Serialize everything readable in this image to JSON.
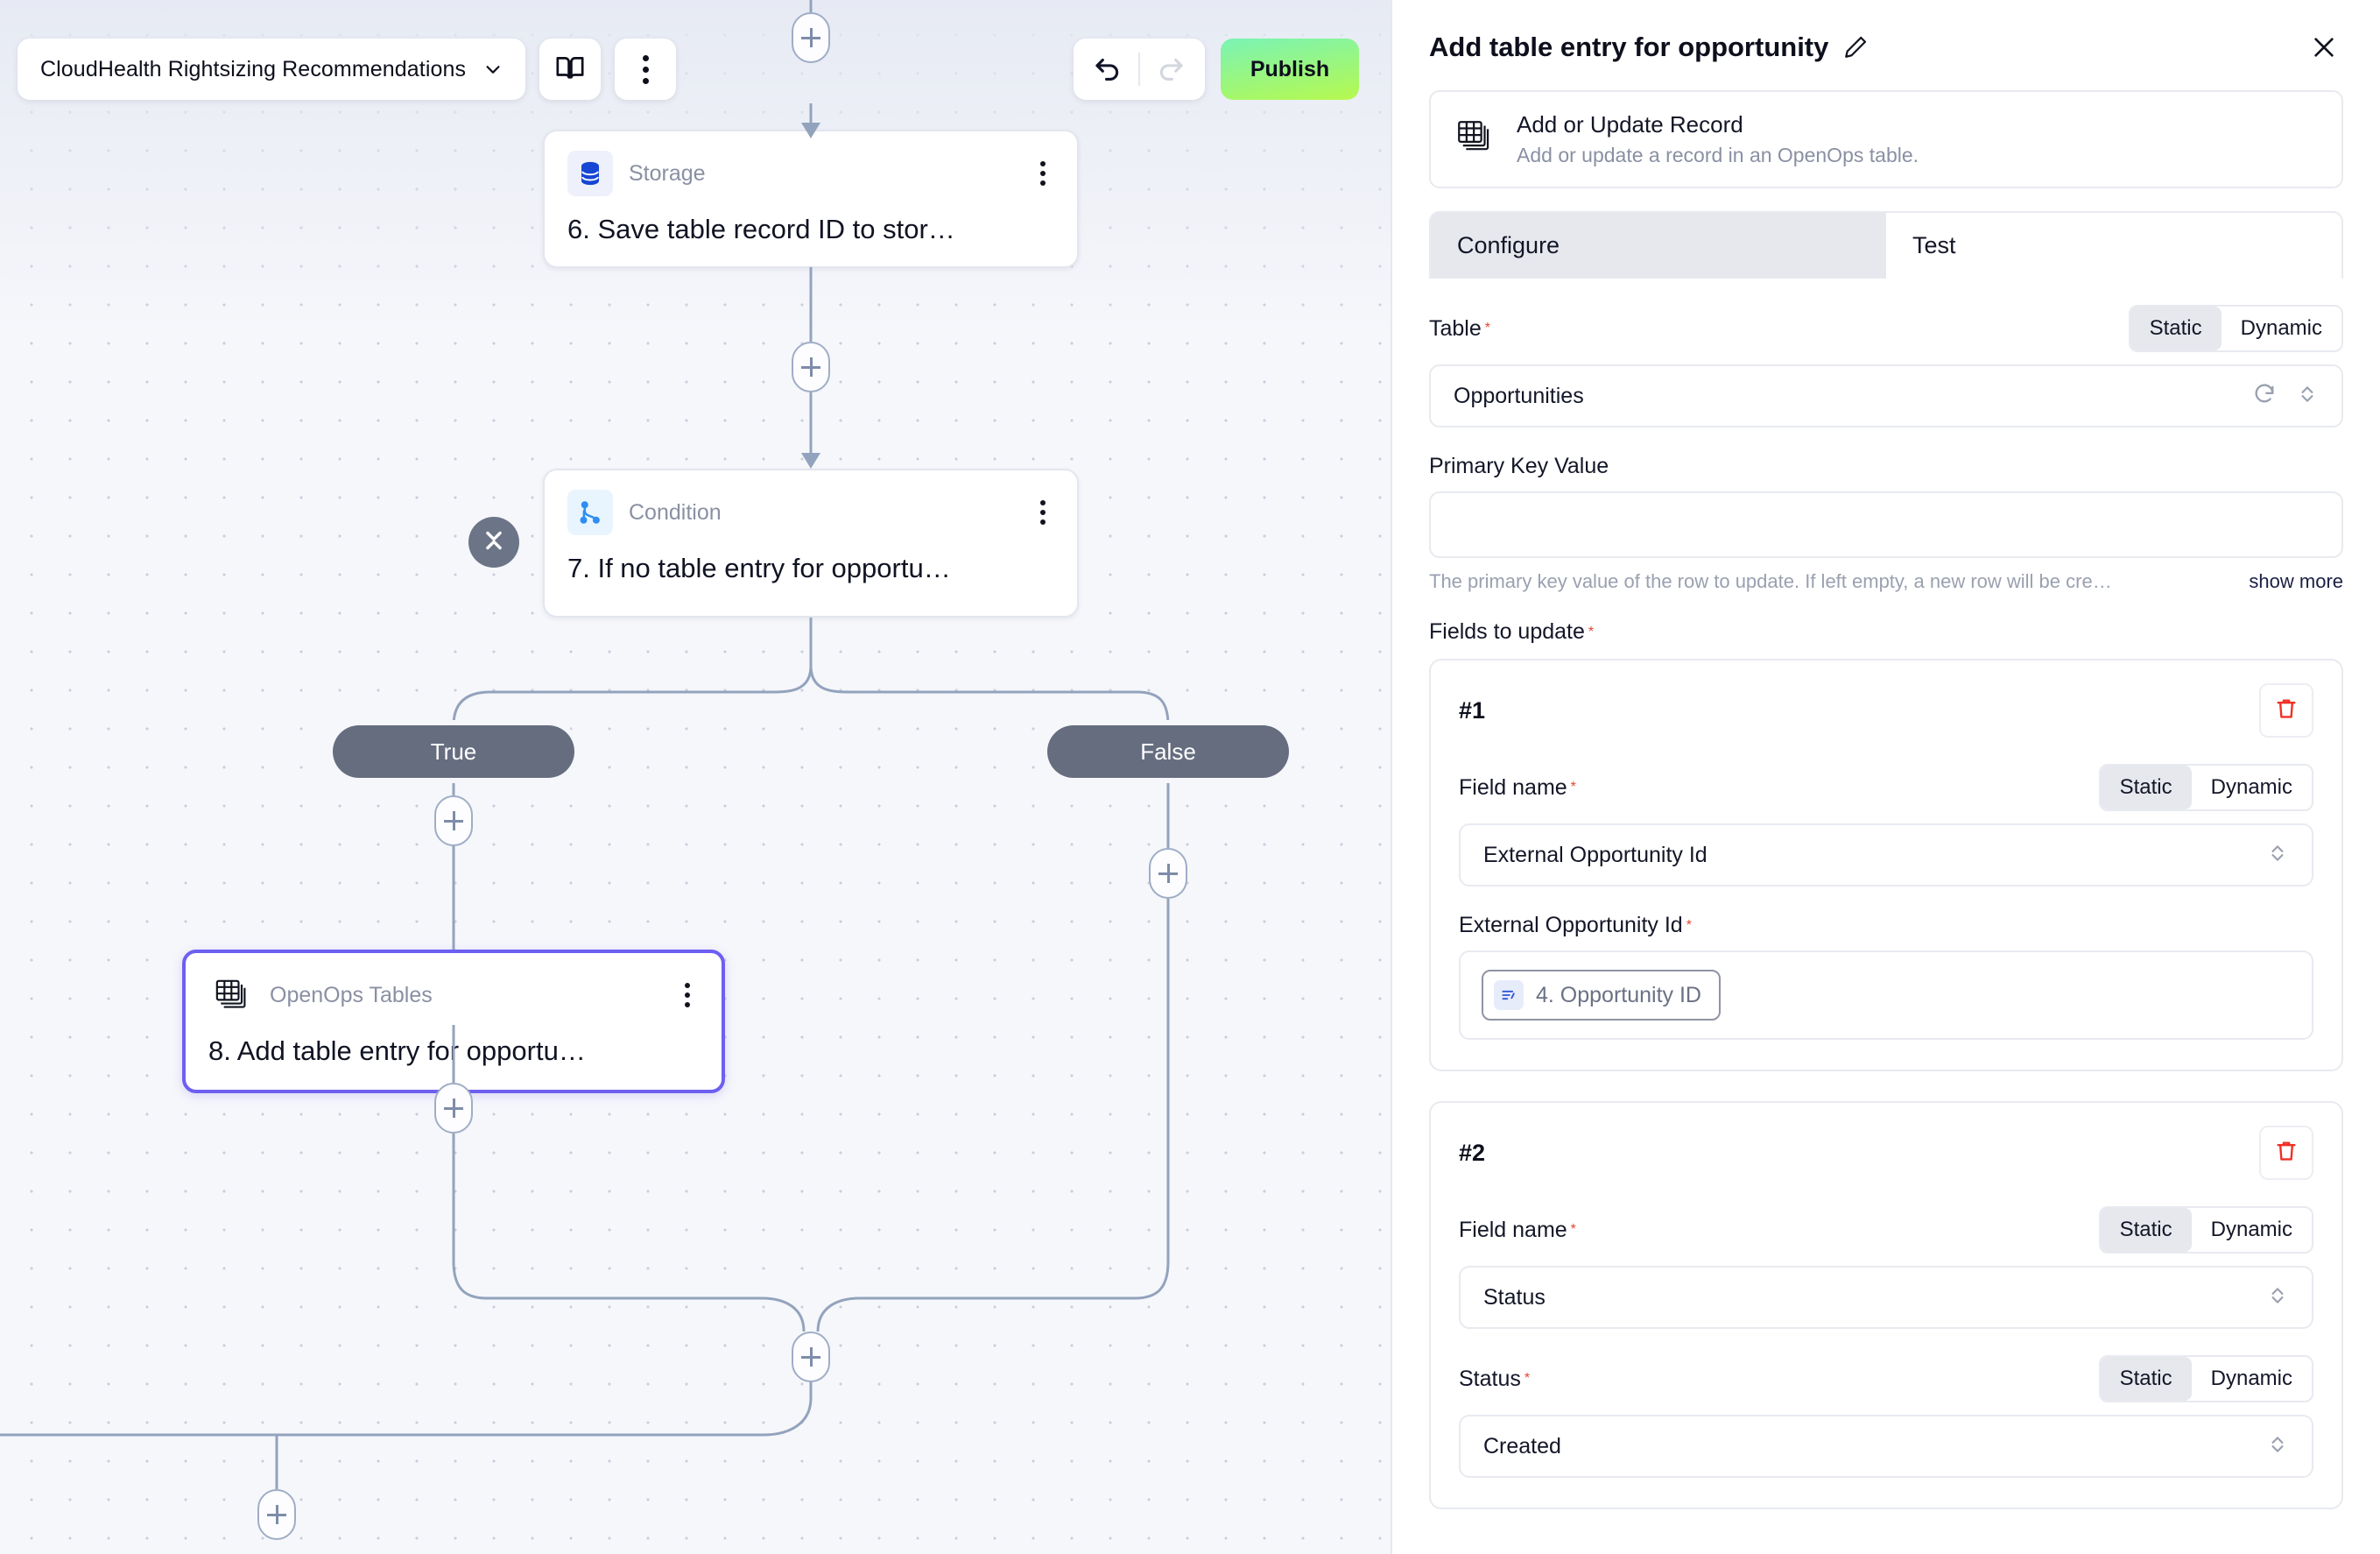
{
  "toolbar": {
    "flow_name": "CloudHealth Rightsizing Recommendations",
    "chevron_icon": "chevron-down-icon",
    "docs_icon": "book-icon",
    "more_icon": "more-vertical-icon",
    "undo_icon": "undo-icon",
    "redo_icon": "redo-icon",
    "publish_label": "Publish"
  },
  "flow": {
    "nodes": [
      {
        "type": "Storage",
        "title": "6. Save table record ID to stor…",
        "icon": "database-icon",
        "selected": false
      },
      {
        "type": "Condition",
        "title": "7. If no table entry for opportu…",
        "icon": "branch-icon",
        "selected": false
      },
      {
        "type": "OpenOps Tables",
        "title": "8. Add table entry for opportu…",
        "icon": "tables-icon",
        "selected": true
      }
    ],
    "branches": {
      "true_label": "True",
      "false_label": "False"
    },
    "add_step_icon": "plus-icon",
    "collapse_icon": "collapse-icon"
  },
  "panel": {
    "title": "Add table entry for opportunity",
    "edit_icon": "pencil-icon",
    "close_icon": "close-icon",
    "action": {
      "icon": "tables-icon",
      "name": "Add or Update Record",
      "description": "Add or update a record in an OpenOps table."
    },
    "tabs": [
      {
        "label": "Configure",
        "active": true
      },
      {
        "label": "Test",
        "active": false
      }
    ],
    "table_field": {
      "label": "Table",
      "required": true,
      "mode_static": "Static",
      "mode_dynamic": "Dynamic",
      "active_mode": "Static",
      "value": "Opportunities",
      "refresh_icon": "refresh-icon",
      "select_icon": "chevron-updown-icon"
    },
    "primary_key": {
      "label": "Primary Key Value",
      "value": "",
      "helper_text": "The primary key value of the row to update. If left empty, a new row will be cre…",
      "show_more_label": "show more"
    },
    "fields_to_update_label": "Fields to update",
    "fields_to_update_required": true,
    "field_groups": [
      {
        "number": "#1",
        "delete_icon": "trash-icon",
        "field_name_label": "Field name",
        "field_name_mode_static": "Static",
        "field_name_mode_dynamic": "Dynamic",
        "field_name_active_mode": "Static",
        "field_name_value": "External Opportunity Id",
        "value_label": "External Opportunity Id",
        "value_kind": "chip",
        "chip_icon": "variable-icon",
        "chip_text": "4. Opportunity ID"
      },
      {
        "number": "#2",
        "delete_icon": "trash-icon",
        "field_name_label": "Field name",
        "field_name_mode_static": "Static",
        "field_name_mode_dynamic": "Dynamic",
        "field_name_active_mode": "Static",
        "field_name_value": "Status",
        "value_label": "Status",
        "value_kind": "select",
        "value_mode_static": "Static",
        "value_mode_dynamic": "Dynamic",
        "value_active_mode": "Static",
        "value_value": "Created"
      }
    ]
  },
  "colors": {
    "accent_purple": "#6d5ff0",
    "publish_green_start": "#7af3b5",
    "publish_green_end": "#b6f94e",
    "branch_pill": "#656d7f",
    "required_red": "#e8412f",
    "edge_line": "#93a3bd"
  }
}
